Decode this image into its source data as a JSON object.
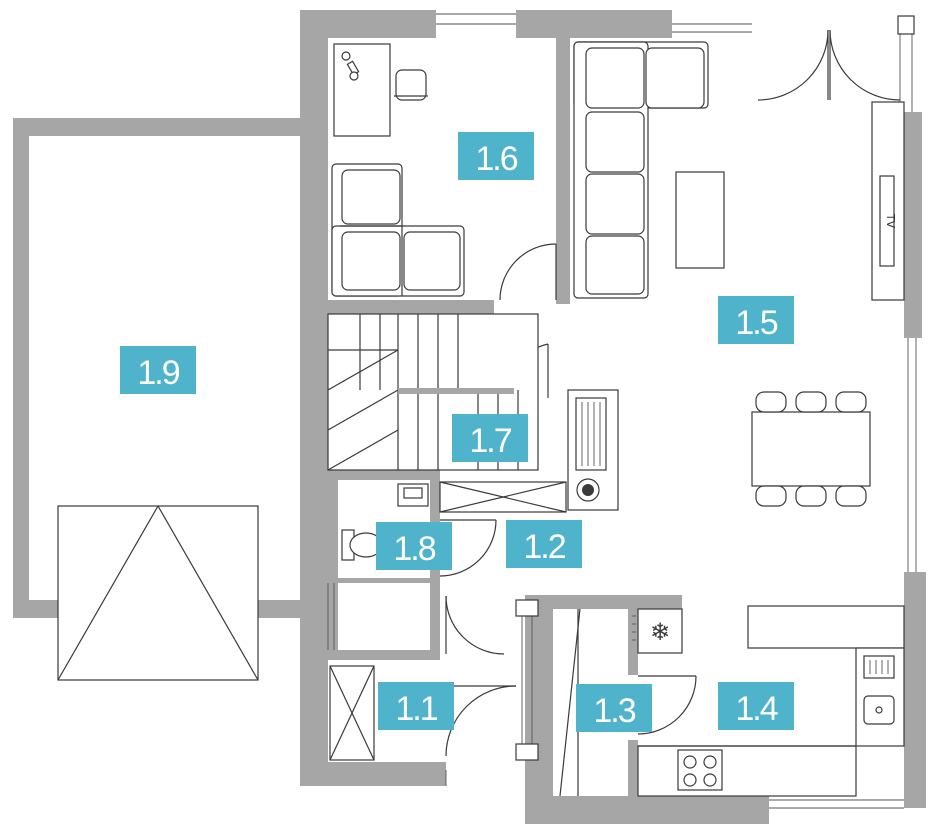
{
  "rooms": [
    {
      "id": "1.1",
      "label": "1.1"
    },
    {
      "id": "1.2",
      "label": "1.2"
    },
    {
      "id": "1.3",
      "label": "1.3"
    },
    {
      "id": "1.4",
      "label": "1.4"
    },
    {
      "id": "1.5",
      "label": "1.5"
    },
    {
      "id": "1.6",
      "label": "1.6"
    },
    {
      "id": "1.7",
      "label": "1.7"
    },
    {
      "id": "1.8",
      "label": "1.8"
    },
    {
      "id": "1.9",
      "label": "1.9"
    }
  ],
  "tv_label": "TV",
  "colors": {
    "wall": "#a6a6a6",
    "tag": "#4fb3cc",
    "tag_text": "#ffffff",
    "line": "#3a3a3a"
  }
}
